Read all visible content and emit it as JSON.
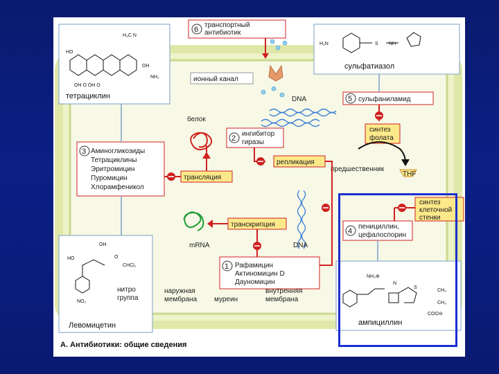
{
  "title": "А. Антибиотики: общие сведения",
  "labels": {
    "transport_antibiotic": [
      "транспортный",
      "антибиотик"
    ],
    "ion_channel": "ионный канал",
    "dna_top": "DNA",
    "dna_bottom": "DNA",
    "protein": "белок",
    "gyrase_inhibitor": [
      "ингибитор",
      "гиразы"
    ],
    "replication": "репликация",
    "translation": "трансляция",
    "transcription": "транскрипция",
    "mrna": "mRNA",
    "sulfonamide": "сульфаниламид",
    "folate_synthesis": [
      "синтез",
      "фолата"
    ],
    "precursor": "предшественник",
    "thf": "THF",
    "cell_wall_synthesis": [
      "синтез",
      "клеточной",
      "стенки"
    ],
    "penicillin": [
      "пенициллин,",
      "цефалоспорин"
    ],
    "outer_membrane": [
      "наружная",
      "мембрана"
    ],
    "murein": "муреин",
    "inner_membrane": [
      "внутренняя",
      "мембрана"
    ],
    "nitro_group": [
      "нитро",
      "группа"
    ]
  },
  "numbers": [
    "1",
    "2",
    "3",
    "4",
    "5",
    "6"
  ],
  "group3_drugs": [
    "Аминогликозиды",
    "Тетрациклины",
    "Эритромицин",
    "Пуромицин",
    "Хлорамфеникол"
  ],
  "group1_drugs": [
    "Рафамицин",
    "Актиномицин D",
    "Дауномицин"
  ],
  "structures": {
    "tetracycline": "тетрациклин",
    "sulfathiazole": "сульфатиазол",
    "levomycetin": "Левомицетин",
    "ampicillin": "ампициллин"
  },
  "colors": {
    "background": "#0b1f86",
    "cell_fill": "#f4f6da",
    "membrane": "#c9d98a",
    "inhibit": "#d02020",
    "label_box": "#fde98a",
    "highlight_box": "#1a2fcf"
  }
}
